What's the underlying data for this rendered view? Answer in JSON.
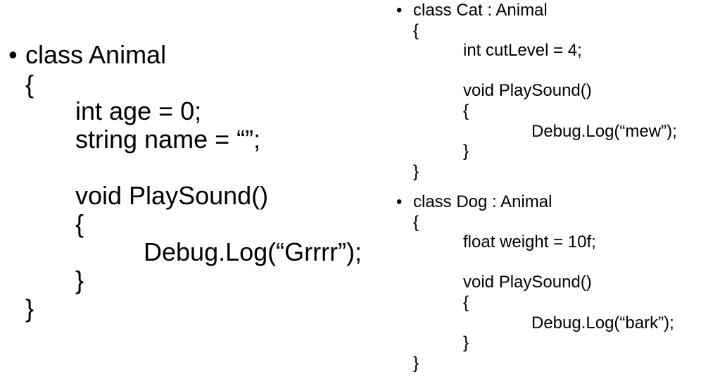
{
  "left": {
    "bullet": "•",
    "lines": [
      "class Animal",
      "{",
      "int age = 0;",
      "string name = “”;",
      "void PlaySound()",
      "{",
      "Debug.Log(“Grrrr”);",
      "}",
      "}"
    ]
  },
  "cat": {
    "bullet": "•",
    "lines": [
      "class Cat : Animal",
      "{",
      "int cutLevel = 4;",
      "void PlaySound()",
      "{",
      "Debug.Log(“mew”);",
      "}",
      "}"
    ]
  },
  "dog": {
    "bullet": "•",
    "lines": [
      "class Dog : Animal",
      "{",
      "float weight = 10f;",
      "void PlaySound()",
      "{",
      "Debug.Log(“bark”);",
      "}",
      "}"
    ]
  }
}
